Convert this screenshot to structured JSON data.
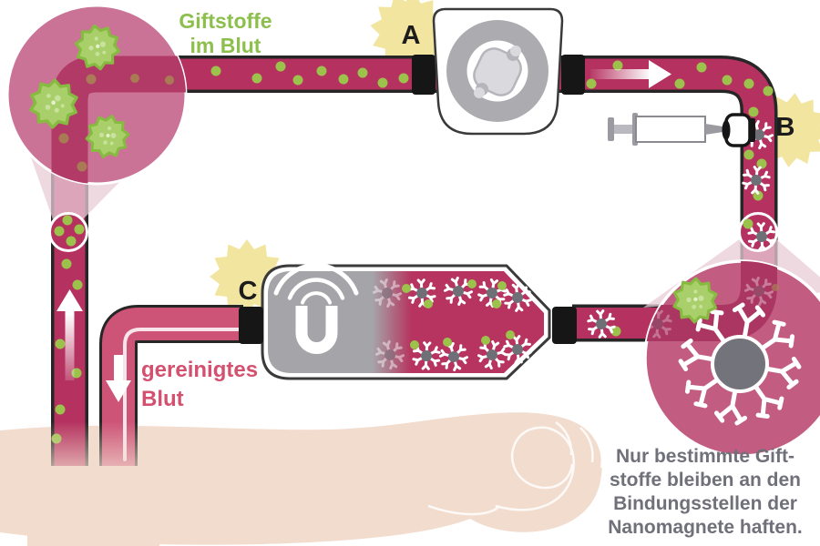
{
  "labels": {
    "toxins_line1": "Giftstoffe",
    "toxins_line2": "im Blut",
    "step_a": "A",
    "step_b": "B",
    "step_c": "C",
    "purified_line1": "gereinigtes",
    "purified_line2": "Blut",
    "caption_line1": "Nur bestimmte Gift-",
    "caption_line2": "stoffe bleiben an den",
    "caption_line3": "Bindungsstellen der",
    "caption_line4": "Nanomagnete haften."
  },
  "icons": {
    "pump": "roller-pump-icon",
    "syringe": "syringe-icon",
    "magnet": "magnet-icon",
    "starburst": "step-starburst",
    "toxin": "toxin-blob-icon",
    "nanomagnet": "nanomagnet-icon",
    "antibody": "antibody-icon",
    "magnifier": "magnified-view-circle",
    "arrow": "flow-arrow"
  },
  "colors": {
    "blood": "#b5315f",
    "purified_blood": "#cd5377",
    "tube_outline": "#262626",
    "toxin_dot_green": "#9cc24c",
    "toxin_blob_green": "#a9cf6b",
    "skin": "#f2dcce",
    "starburst_yellow": "#f2e5a0",
    "chamber_gray": "#a5a4a8",
    "magnifier_pink_left": "#ca7396",
    "magnifier_pink_right": "#c25c80",
    "nanomagnet_gray": "#6f6f77",
    "text_green": "#8cbf4b",
    "text_pink": "#d4506f",
    "text_gray": "#70707a"
  }
}
